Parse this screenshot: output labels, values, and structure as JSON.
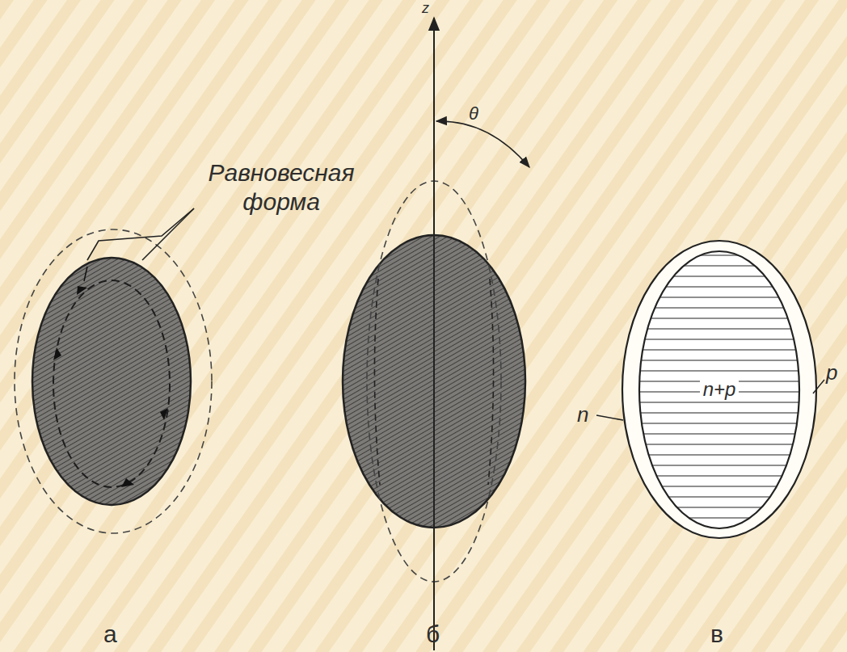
{
  "diagram": {
    "nodes": [
      {
        "text": [
          "n+p"
        ]
      }
    ],
    "labels": [
      "Равновесная форма",
      "z",
      "θ",
      "n",
      "p",
      "а",
      "б",
      "в"
    ]
  }
}
